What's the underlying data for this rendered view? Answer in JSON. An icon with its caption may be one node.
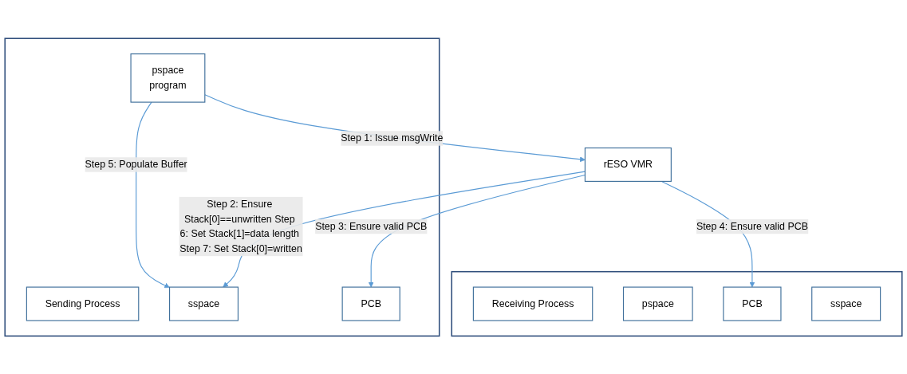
{
  "diagram": {
    "nodes": [
      {
        "text": [],
        "shape": "box"
      },
      {
        "text": [
          "Sending Process"
        ],
        "in": 0
      },
      {
        "text": [
          "pspace",
          "program"
        ],
        "in": 0
      },
      {
        "text": [
          "PCB"
        ],
        "in": 0
      },
      {
        "text": [
          "sspace"
        ],
        "in": 0
      },
      {
        "text": [],
        "shape": "box"
      },
      {
        "text": [
          "Receiving Process"
        ],
        "in": 5
      },
      {
        "text": [
          "pspace"
        ],
        "in": 5
      },
      {
        "text": [
          "PCB"
        ],
        "in": 5
      },
      {
        "text": [
          "sspace"
        ],
        "in": 5
      },
      {
        "text": [
          "rESO VMR"
        ]
      }
    ],
    "edges": [
      {
        "from": 2,
        "to": 4,
        "arrow": "to",
        "label": "Step 5: Populate Buffer"
      },
      {
        "from": 2,
        "to": 10,
        "arrow": "to",
        "label": "Step 1: Issue msgWrite"
      },
      {
        "from": 10,
        "to": 4,
        "arrow": "to",
        "label": "Step 2: Ensure Stack[0]==unwritten Step 6: Set Stack[1]=data length Step 7: Set Stack[0]=written"
      },
      {
        "from": 10,
        "to": 3,
        "arrow": "to",
        "label": "Step 3: Ensure valid PCB"
      },
      {
        "from": 10,
        "to": 8,
        "arrow": "to",
        "label": "Step 4: Ensure valid PCB"
      }
    ]
  }
}
